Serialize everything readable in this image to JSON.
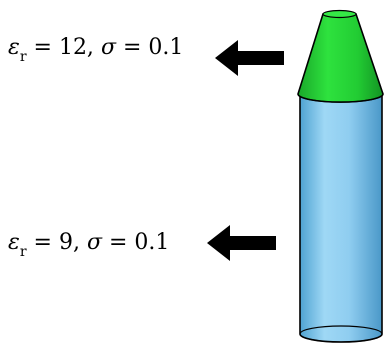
{
  "labels": [
    {
      "symbol": "ε",
      "subscript": "r",
      "epsilon_value": "= 12,",
      "sigma_symbol": "σ",
      "sigma_value": "= 0.1"
    },
    {
      "symbol": "ε",
      "subscript": "r",
      "epsilon_value": "= 9,",
      "sigma_symbol": "σ",
      "sigma_value": "= 0.1"
    }
  ],
  "colors": {
    "tip": "#1fcf2f",
    "tip_dark": "#0f8a1a",
    "body": "#8fcff0",
    "body_dark": "#3f8fbf",
    "arrow": "#000000"
  },
  "icons": [
    "left-arrow-icon",
    "left-arrow-icon"
  ]
}
